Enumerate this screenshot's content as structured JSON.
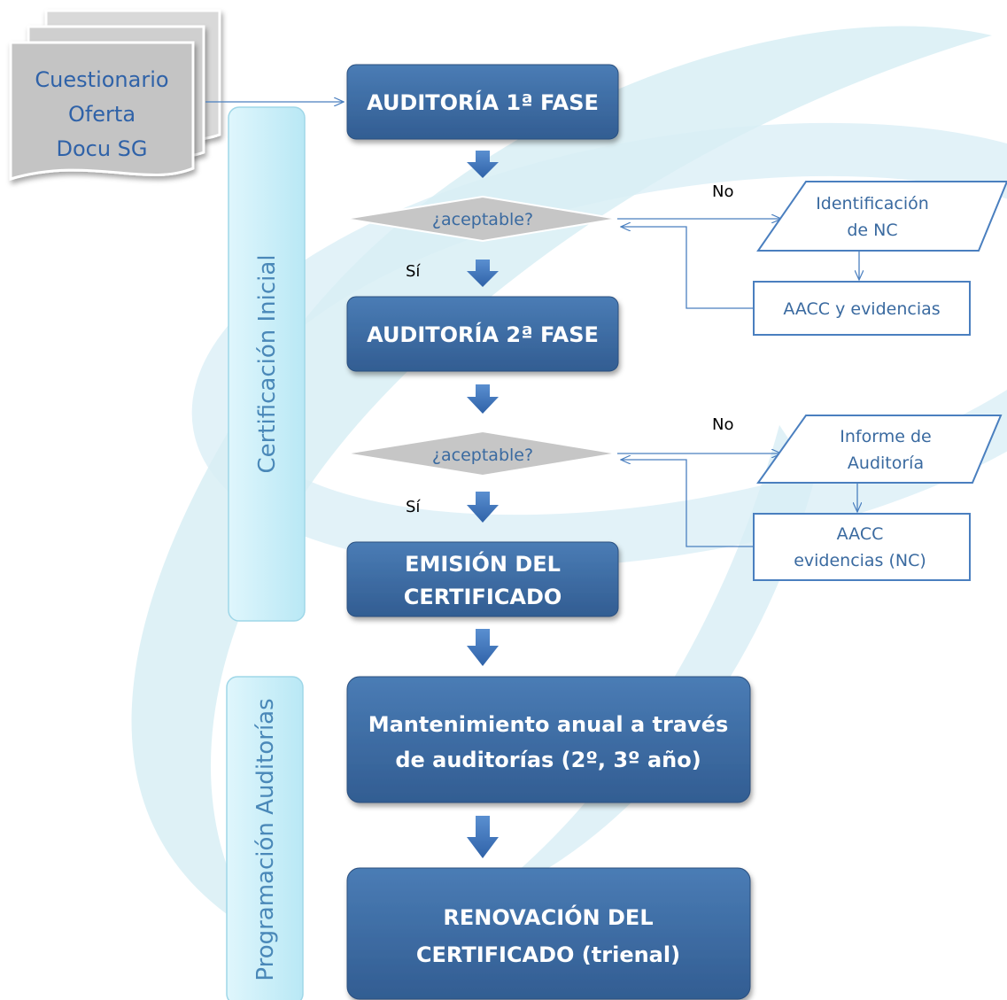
{
  "documents": {
    "lines": [
      "Cuestionario",
      "Oferta",
      "Docu SG"
    ]
  },
  "phases": {
    "initial_certification": "Certificación Inicial",
    "audit_programming": "Programación Auditorías"
  },
  "steps": {
    "audit_phase_1": "AUDITORÍA 1ª FASE",
    "audit_phase_2": "AUDITORÍA 2ª FASE",
    "certificate_issue": [
      "EMISIÓN DEL",
      "CERTIFICADO"
    ],
    "maintenance": [
      "Mantenimiento anual a través",
      "de auditorías (2º, 3º año)"
    ],
    "renewal": [
      "RENOVACIÓN DEL",
      "CERTIFICADO (trienal)"
    ]
  },
  "decisions": {
    "first": "¿aceptable?",
    "second": "¿aceptable?"
  },
  "branch_labels": {
    "yes": "Sí",
    "no": "No"
  },
  "side_boxes": {
    "nc_identification": [
      "Identificación",
      "de NC"
    ],
    "corrective_actions_1": "AACC y evidencias",
    "audit_report": [
      "Informe de",
      "Auditoría"
    ],
    "corrective_actions_2": [
      "AACC",
      "evidencias (NC)"
    ]
  },
  "colors": {
    "step_fill": "#3f6fa5",
    "step_text": "#ffffff",
    "decision_fill": "#c6c6c6",
    "decision_text": "#3a6aa0",
    "side_text": "#3a6aa0",
    "side_border": "#4a7fbf",
    "phase_fill": "#c8eef8",
    "phase_text": "#4a88b8",
    "doc_fill": "#c4c4c4",
    "doc_text": "#2f62a8",
    "watermark": "#d8eef5"
  }
}
